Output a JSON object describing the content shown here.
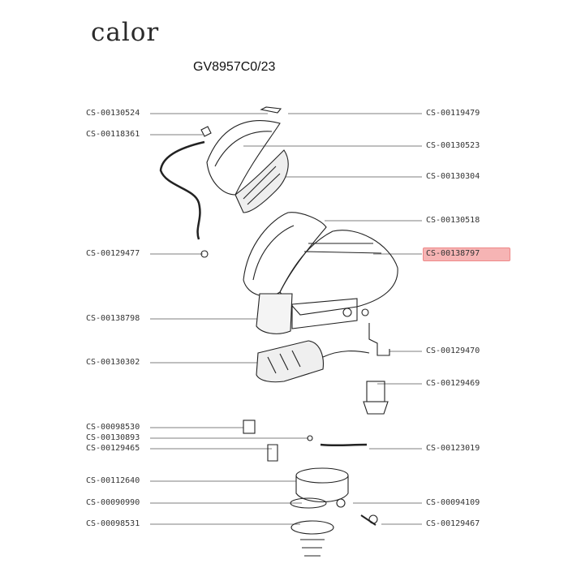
{
  "brand": "calor",
  "model": "GV8957C0/23",
  "highlight_color": "#f6b4b4",
  "labels_left": [
    "CS-00130524",
    "CS-00118361",
    "CS-00129477",
    "CS-00138798",
    "CS-00130302",
    "CS-00098530",
    "CS-00130893",
    "CS-00129465",
    "CS-00112640",
    "CS-00090990",
    "CS-00098531"
  ],
  "labels_right": [
    "CS-00119479",
    "CS-00130523",
    "CS-00130304",
    "CS-00130518",
    "CS-00138797",
    "CS-00129470",
    "CS-00129469",
    "CS-00123019",
    "CS-00094109",
    "CS-00129467"
  ],
  "highlighted_part": "CS-00138797"
}
